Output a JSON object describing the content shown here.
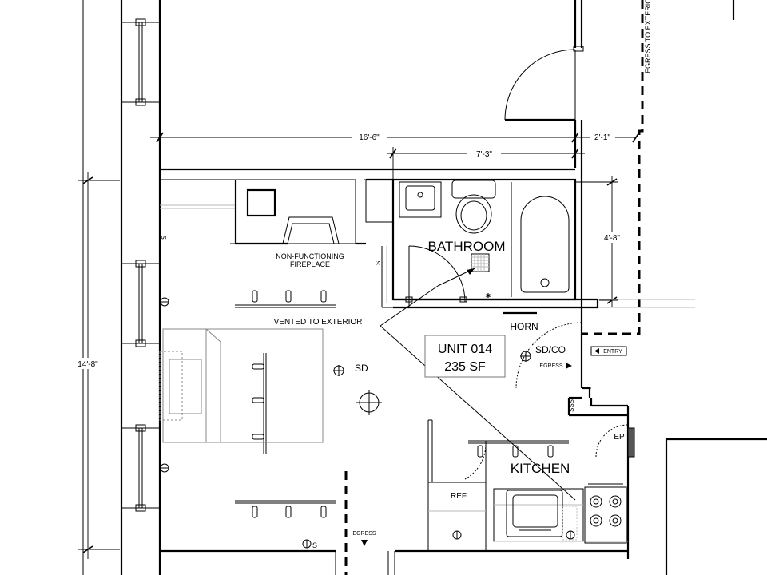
{
  "dimensions": {
    "overall_width": "16'-6\"",
    "bathroom_width": "7'-3\"",
    "corridor_width": "2'-1\"",
    "bathroom_depth": "4'-8\"",
    "overall_depth": "14'-8\""
  },
  "rooms": {
    "bathroom": "BATHROOM",
    "kitchen": "KITCHEN"
  },
  "unit": {
    "name": "UNIT 014",
    "area": "235 SF"
  },
  "labels": {
    "fireplace_line1": "NON-FUNCTIONING",
    "fireplace_line2": "FIREPLACE",
    "vented": "VENTED TO EXTERIOR",
    "horn": "HORN",
    "sd": "SD",
    "sdco": "SD/CO",
    "egress_arrow": "EGRESS",
    "egress_bottom": "EGRESS",
    "egress_to_exterior": "EGRESS TO EXTERIOR",
    "entry": "ENTRY",
    "sss": "SSS",
    "ep": "EP",
    "ref": "REF",
    "s": "S"
  }
}
